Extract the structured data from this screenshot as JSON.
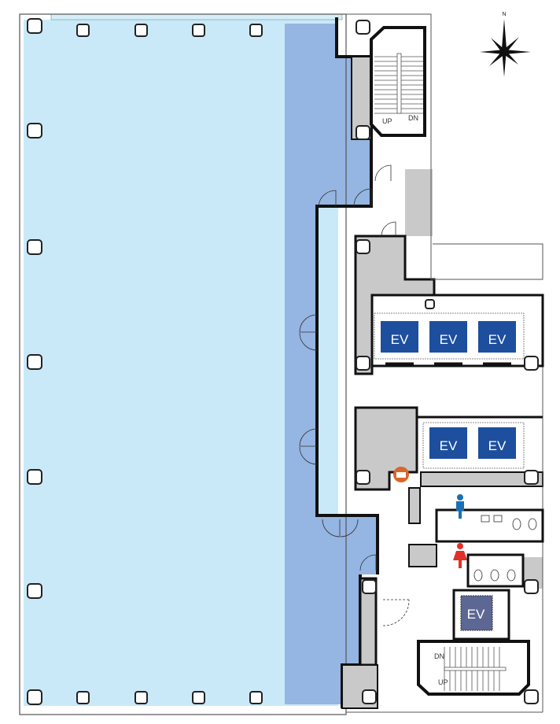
{
  "compass": {
    "north_label": "N"
  },
  "stair_north": {
    "up_label": "UP",
    "down_label": "DN"
  },
  "stair_south": {
    "up_label": "UP",
    "down_label": "DN"
  },
  "elevators": {
    "upper_bank": [
      "EV",
      "EV",
      "EV"
    ],
    "lower_bank": [
      "EV",
      "EV"
    ],
    "service": "EV"
  },
  "colors": {
    "office_area": "#c9e9f9",
    "perimeter_zone": "#95b5e2",
    "core": "#c9c9c9",
    "elevator": "#1d4f9e",
    "service_elevator": "#5d6794",
    "mens_restroom": "#1a6fb5",
    "womens_restroom": "#e0302a",
    "kitchenette": "#d9662a"
  }
}
